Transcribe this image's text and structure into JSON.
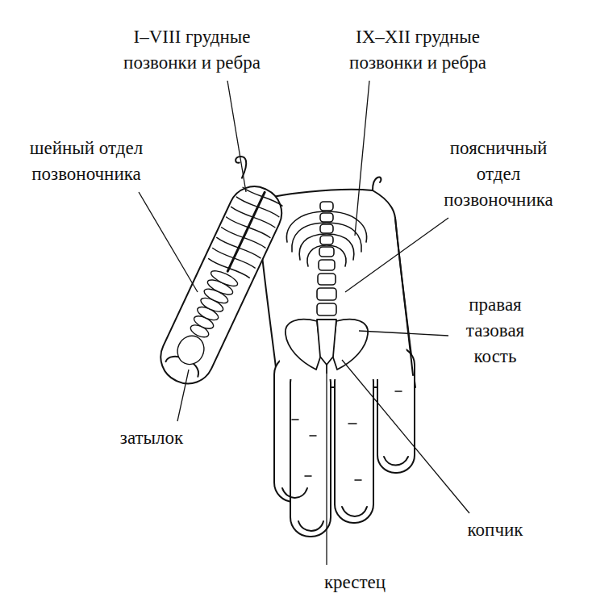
{
  "diagram": {
    "labels": [
      "I–VIII грудные позвонки и ребра",
      "IX–XII грудные позвонки и ребра",
      "шейный отдел позвоночника",
      "поясничный отдел позвоночника",
      "правая тазовая кость",
      "затылок",
      "копчик",
      "крестец"
    ]
  }
}
